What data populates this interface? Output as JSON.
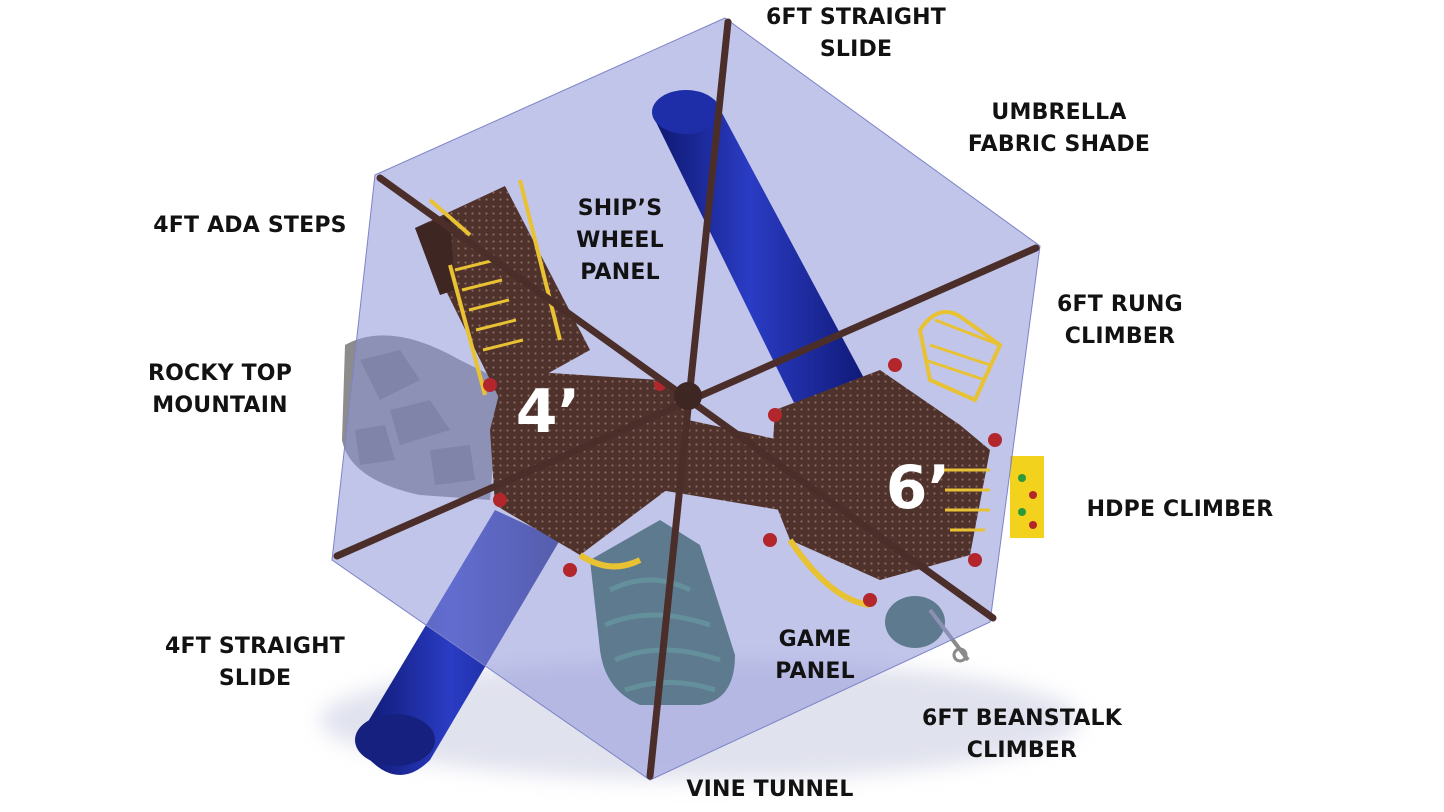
{
  "labels": {
    "straight_slide_6ft": [
      "6FT STRAIGHT",
      "SLIDE"
    ],
    "umbrella_shade": [
      "UMBRELLA",
      "FABRIC SHADE"
    ],
    "ada_steps": [
      "4FT ADA STEPS"
    ],
    "ships_wheel": [
      "SHIP’S",
      "WHEEL",
      "PANEL"
    ],
    "rung_climber": [
      "6FT RUNG",
      "CLIMBER"
    ],
    "rocky_top": [
      "ROCKY TOP",
      "MOUNTAIN"
    ],
    "hdpe_climber": [
      "HDPE CLIMBER"
    ],
    "straight_slide_4ft": [
      "4FT STRAIGHT",
      "SLIDE"
    ],
    "game_panel": [
      "GAME",
      "PANEL"
    ],
    "beanstalk_climber": [
      "6FT BEANSTALK",
      "CLIMBER"
    ],
    "vine_tunnel": [
      "VINE TUNNEL"
    ]
  },
  "deck_heights": {
    "small": "4’",
    "large": "6’"
  },
  "colors": {
    "shade_fabric": "#8f95d8",
    "frame_brown": "#4b2e2a",
    "slide_blue": "#1c2a9c",
    "accent_yellow": "#e8c233",
    "rock_grey": "#8c8c8c",
    "tunnel_green": "#1f5a34",
    "clamp_red": "#b3262b"
  }
}
